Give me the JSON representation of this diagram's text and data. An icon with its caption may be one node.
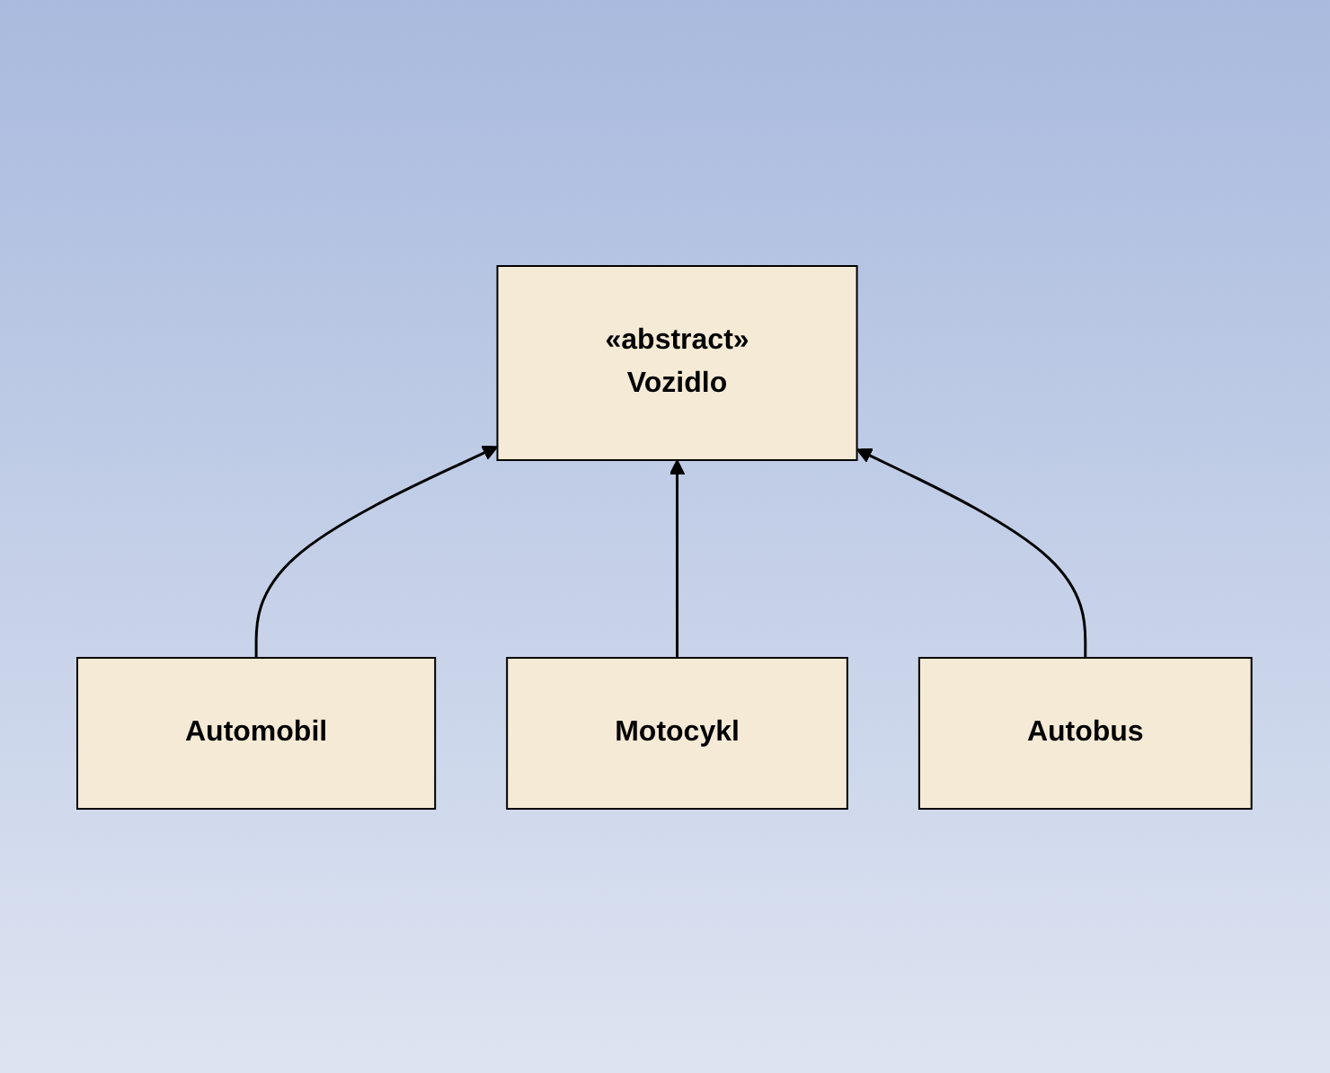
{
  "diagram": {
    "nodes": [
      {
        "text": [
          "«abstract»",
          "Vozidlo"
        ]
      },
      {
        "text": [
          "Automobil"
        ]
      },
      {
        "text": [
          "Motocykl"
        ]
      },
      {
        "text": [
          "Autobus"
        ]
      }
    ],
    "edges": [
      {
        "from": 1,
        "to": 0,
        "arrow": "to"
      },
      {
        "from": 2,
        "to": 0,
        "arrow": "to"
      },
      {
        "from": 3,
        "to": 0,
        "arrow": "to"
      }
    ]
  }
}
